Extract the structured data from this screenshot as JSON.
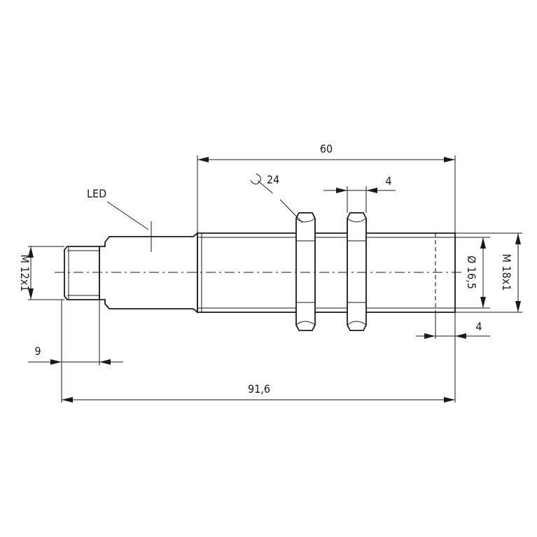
{
  "labels": {
    "led": "LED",
    "wrench_size": "24",
    "len_60": "60",
    "nut_width": "4",
    "thread_end": "4",
    "plug_len": "9",
    "total_len": "91,6",
    "diameter": "Ø 16,5",
    "thread_m18": "M 18x1",
    "thread_m12": "M 12x1"
  },
  "icons": {
    "wrench": "wrench-icon"
  }
}
